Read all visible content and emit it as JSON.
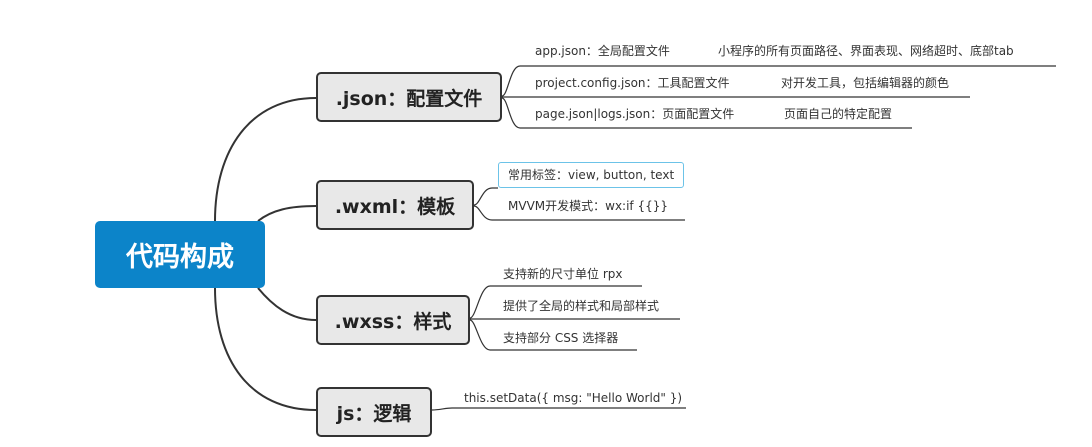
{
  "root": {
    "label": "代码构成"
  },
  "branches": [
    {
      "label": ".json：配置文件",
      "children": [
        {
          "label": "app.json：全局配置文件",
          "desc": "小程序的所有页面路径、界面表现、网络超时、底部tab"
        },
        {
          "label": "project.config.json：工具配置文件",
          "desc": "对开发工具，包括编辑器的颜色"
        },
        {
          "label": "page.json|logs.json：页面配置文件",
          "desc": "页面自己的特定配置"
        }
      ]
    },
    {
      "label": ".wxml：模板",
      "children": [
        {
          "label": "常用标签：view, button, text"
        },
        {
          "label": "MVVM开发模式：wx:if   {{}}"
        }
      ]
    },
    {
      "label": ".wxss：样式",
      "children": [
        {
          "label": "支持新的尺寸单位 rpx"
        },
        {
          "label": "提供了全局的样式和局部样式"
        },
        {
          "label": "支持部分 CSS 选择器"
        }
      ]
    },
    {
      "label": "js：逻辑",
      "children": [
        {
          "label": "this.setData({ msg: \"Hello World\" })"
        }
      ]
    }
  ],
  "colors": {
    "root_fill": "#0c84c9",
    "branch_fill": "#e8e8e8",
    "line": "#333333",
    "selected_border": "#6cc3e8"
  }
}
